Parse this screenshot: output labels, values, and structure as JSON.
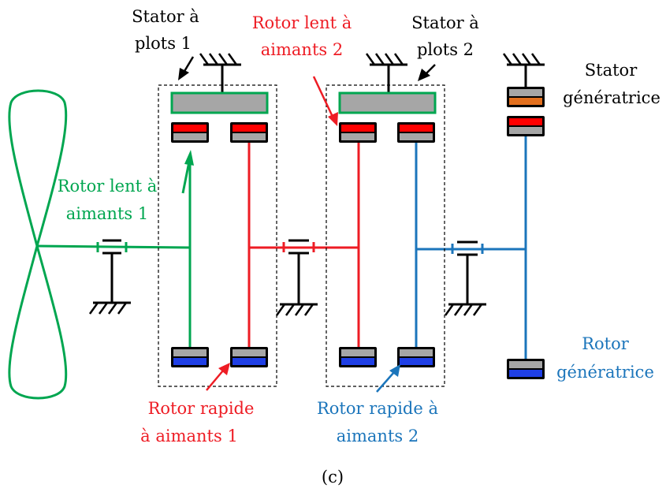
{
  "colors": {
    "green": "#00a650",
    "red": "#ee1c24",
    "blue": "#1b75bb",
    "black": "#000000",
    "gray": "#a6a6a6",
    "magnet_red": "#ff0000",
    "magnet_blue": "#1f3fe6",
    "magnet_orange": "#e3701e"
  },
  "labels": {
    "stator1_line1": "Stator à",
    "stator1_line2": "plots 1",
    "rotor_lent2_line1": "Rotor lent à",
    "rotor_lent2_line2": "aimants 2",
    "stator2_line1": "Stator à",
    "stator2_line2": "plots 2",
    "stator_gen_line1": "Stator",
    "stator_gen_line2": "génératrice",
    "rotor_lent1_line1": "Rotor lent à",
    "rotor_lent1_line2": "aimants 1",
    "rotor_gen_line1": "Rotor",
    "rotor_gen_line2": "génératrice",
    "rotor_rapide1_line1": "Rotor rapide",
    "rotor_rapide1_line2": "à aimants 1",
    "rotor_rapide2_line1": "Rotor rapide à",
    "rotor_rapide2_line2": "aimants 2",
    "caption": "(c)"
  }
}
